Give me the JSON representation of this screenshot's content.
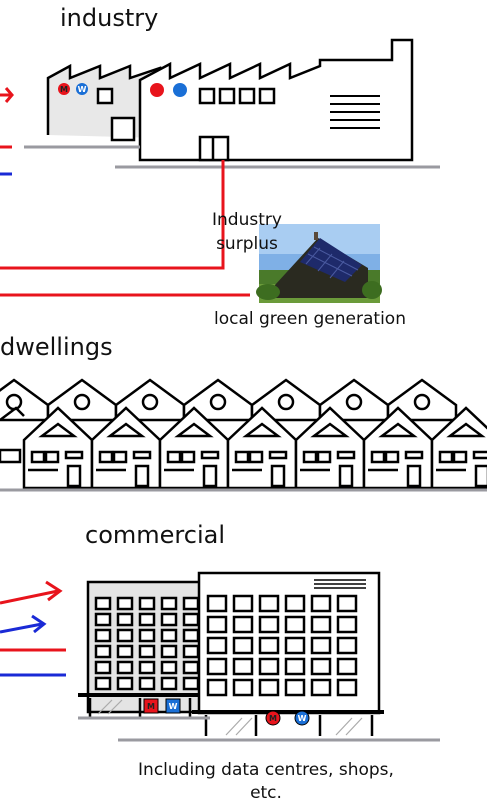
{
  "labels": {
    "industry": "industry",
    "industry_surplus_line1": "Industry",
    "industry_surplus_line2": "surplus",
    "local_green": "local green generation",
    "dwellings": "dwellings",
    "commercial": "commercial",
    "including_line1": "Including data centres, shops,",
    "including_line2": "etc."
  },
  "meter_badges": {
    "m": "M",
    "w": "W"
  },
  "colors": {
    "heat_line": "#e8141c",
    "water_line": "#1a2ad6",
    "meter_m": "#e8141c",
    "meter_w": "#1a6fd6",
    "ground": "#9a9aa0"
  },
  "icons": {
    "industry": "factory-icon",
    "solar": "solar-roof-house-icon",
    "dwellings": "terraced-houses-icon",
    "commercial": "office-buildings-icon"
  }
}
